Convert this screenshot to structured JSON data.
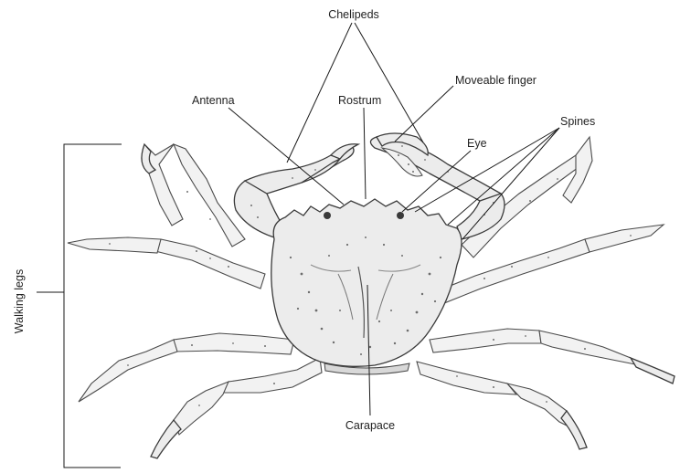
{
  "labels": {
    "chelipeds": "Chelipeds",
    "moveable_finger": "Moveable finger",
    "antenna": "Antenna",
    "rostrum": "Rostrum",
    "spines": "Spines",
    "eye": "Eye",
    "walking_legs": "Walking legs",
    "carapace": "Carapace"
  },
  "colors": {
    "ink": "#3a3a3a",
    "shell_fill": "#ececec",
    "background": "#ffffff"
  }
}
